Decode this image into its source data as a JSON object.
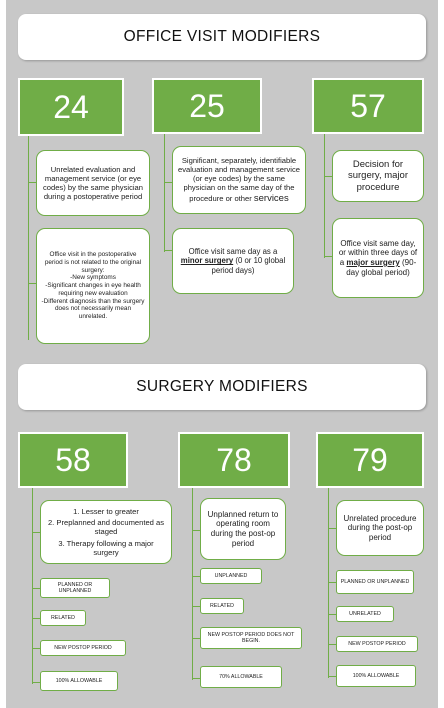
{
  "office": {
    "title": "OFFICE VISIT MODIFIERS",
    "cols": [
      {
        "code": "24",
        "box1": "Unrelated evaluation and management service (or eye codes) by the same physician during a postoperative period",
        "box2_lines": [
          "Office visit in the postoperative period is not related to the original surgery:",
          "-New symptoms",
          "-Significant changes in eye health requiring new evaluation",
          "-Different diagnosis than the surgery does not necessarily mean unrelated."
        ]
      },
      {
        "code": "25",
        "box1_pre": "Significant, separately, identifiable evaluation and management service (or eye codes) by the same physician on the same day of the procedure or other ",
        "box1_big": "services",
        "box2_pre": "Office visit same day as a ",
        "box2_bold": "minor surgery",
        "box2_post": " (0 or 10 global period days)"
      },
      {
        "code": "57",
        "box1": "Decision for surgery, major procedure",
        "box2_pre": "Office visit same day, or within three days of a ",
        "box2_bold": "major surgery",
        "box2_post": " (90-day global period)"
      }
    ]
  },
  "surgery": {
    "title": "SURGERY MODIFIERS",
    "cols": [
      {
        "code": "58",
        "box1_items": [
          "1. Lesser to greater",
          "2. Preplanned and documented as staged",
          "3. Therapy following a major surgery"
        ],
        "tags": [
          "PLANNED OR UNPLANNED",
          "RELATED",
          "NEW POSTOP PERIOD",
          "100% ALLOWABLE"
        ]
      },
      {
        "code": "78",
        "box1": "Unplanned return to operating room during the post-op period",
        "tags": [
          "UNPLANNED",
          "RELATED",
          "NEW POSTOP PERIOD DOES NOT BEGIN.",
          "70% ALLOWABLE"
        ]
      },
      {
        "code": "79",
        "box1": "Unrelated procedure during the post-op period",
        "tags": [
          "PLANNED OR UNPLANNED",
          "UNRELATED",
          "NEW POSTOP PERIOD",
          "100% ALLOWABLE"
        ]
      }
    ]
  },
  "colors": {
    "accent": "#70ad47",
    "background": "#c8c8c8"
  }
}
